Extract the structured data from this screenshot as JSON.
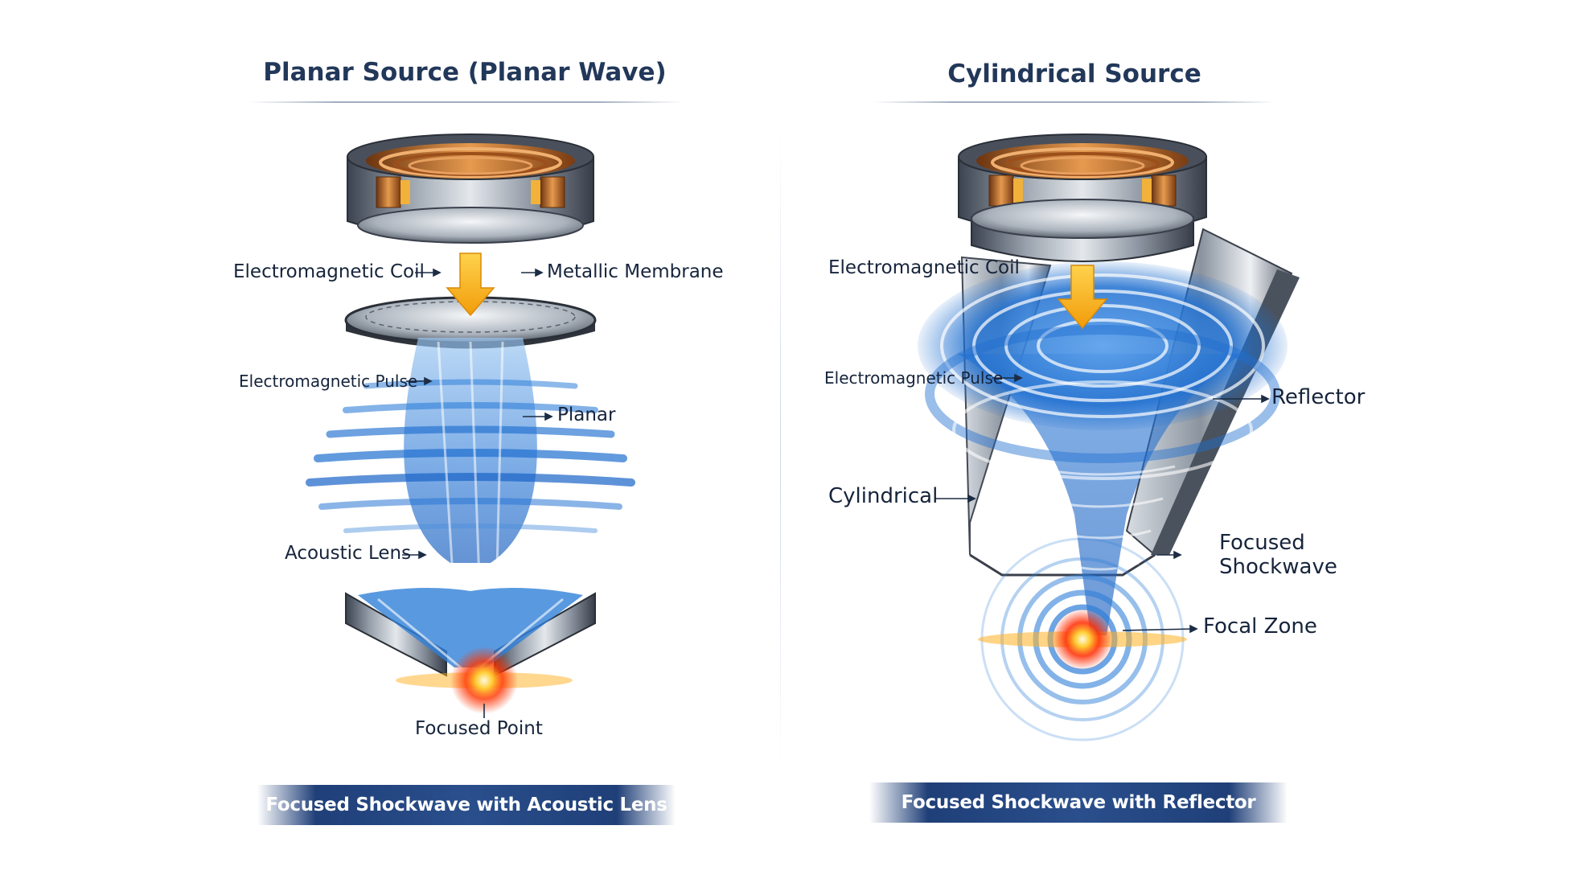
{
  "left": {
    "title": "Planar Source (Planar Wave)",
    "labels": {
      "coil": "Electromagnetic Coil",
      "membrane": "Metallic Membrane",
      "pulse": "Electromagnetic Pulse",
      "planar": "Planar",
      "lens": "Acoustic Lens",
      "point": "Focused Point"
    },
    "banner": "Focused Shockwave with Acoustic Lens"
  },
  "right": {
    "title": "Cylindrical Source",
    "labels": {
      "coil": "Electromagnetic Coil",
      "pulse": "Electromagnetic Pulse",
      "reflector": "Reflector",
      "cylindrical": "Cylindrical",
      "focused_line1": "Focused",
      "focused_line2": "Shockwave",
      "focal_zone": "Focal Zone"
    },
    "banner": "Focused Shockwave with Reflector"
  },
  "colors": {
    "title": "#22385a",
    "banner": "#23477f",
    "wave": "#2f7fd8",
    "arrow": "#f2a20c",
    "focus": "#ff2a00",
    "copper": "#b8651f"
  }
}
